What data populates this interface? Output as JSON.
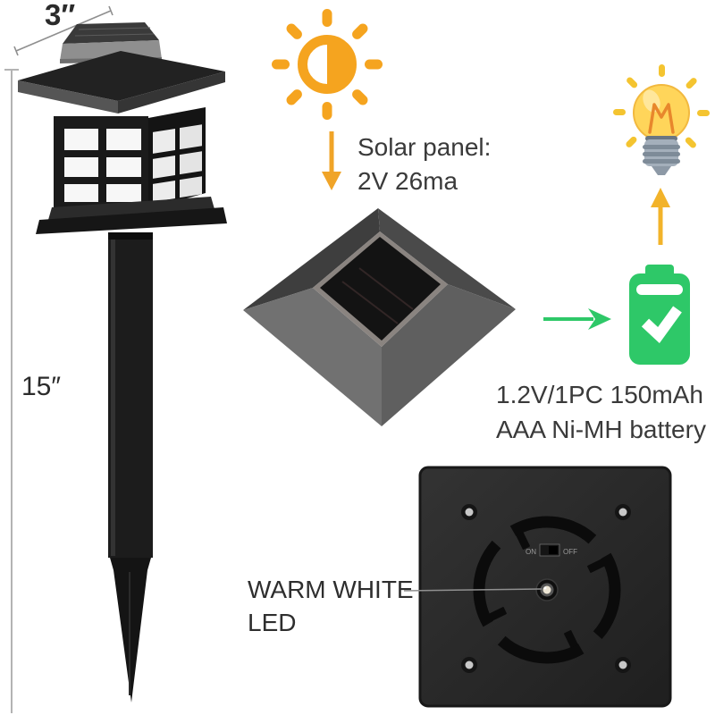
{
  "title": "Solar pathway light product infographic",
  "colors": {
    "background": "#ffffff",
    "accent_orange": "#F5A41F",
    "arrow_yellow": "#F2B32A",
    "accent_green": "#2EC868",
    "bulb_yellow": "#FFD55A",
    "text_dark": "#3a3a3a",
    "product_black": "#1d1d1d",
    "dim_line_gray": "#9b9b9b"
  },
  "dimensions": {
    "width_label": "3″",
    "height_label": "15″"
  },
  "solar_panel": {
    "label_line1": "Solar panel:",
    "label_line2": "2V 26ma"
  },
  "battery": {
    "label_line1": "1.2V/1PC 150mAh",
    "label_line2": "AAA Ni-MH battery"
  },
  "led": {
    "label_line1": "WARM WHITE",
    "label_line2": "LED"
  },
  "bottom_panel": {
    "switch_on": "ON",
    "switch_off": "OFF"
  },
  "icons": {
    "sun-icon": "half-filled sun with 8 rays (daylight sensor)",
    "bulb-icon": "glowing light bulb with screw base",
    "battery-icon": "green battery with white checkmark",
    "down-arrow-icon": "orange arrow pointing down",
    "up-arrow-icon": "yellow arrow pointing up",
    "right-arrow-icon": "green arrow pointing right"
  }
}
